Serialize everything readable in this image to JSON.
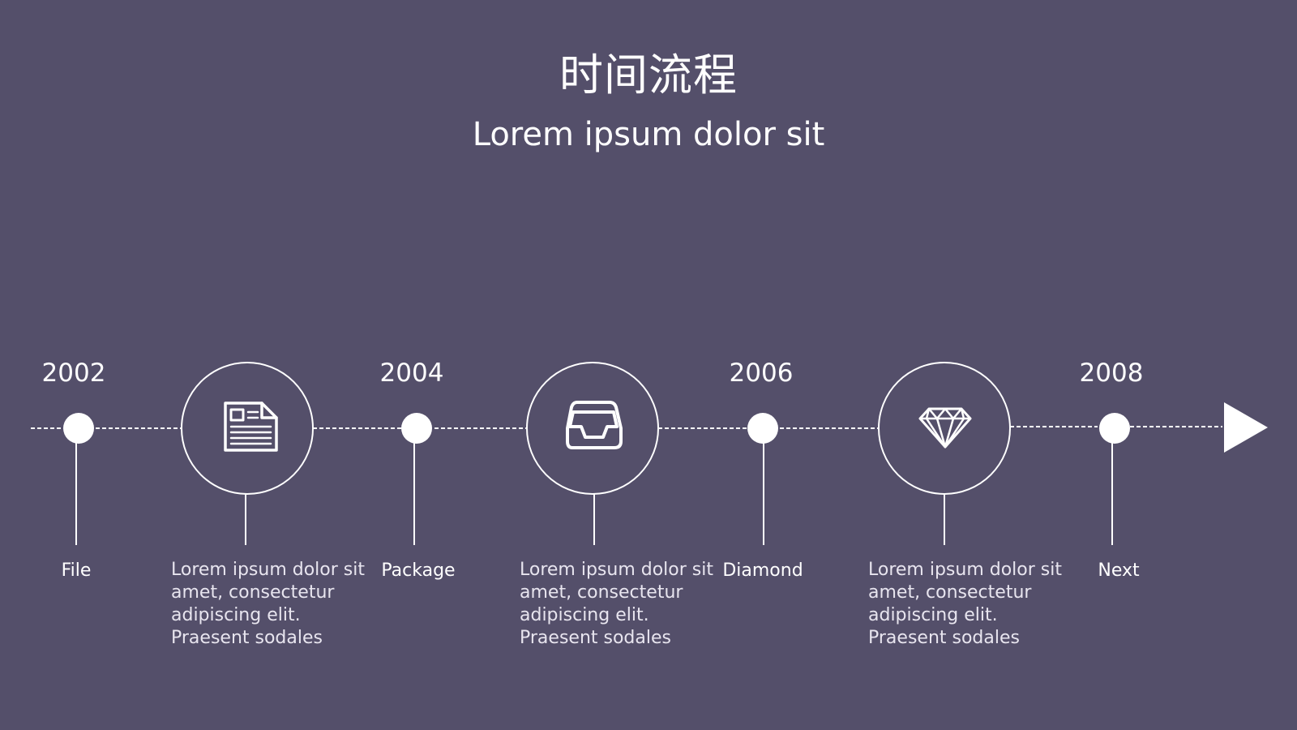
{
  "header": {
    "title": "时间流程",
    "subtitle": "Lorem ipsum dolor sit"
  },
  "colors": {
    "background": "#544f6a",
    "foreground": "#ffffff",
    "description": "#e8e5ef"
  },
  "milestones": [
    {
      "year": "2002",
      "label": "File"
    },
    {
      "year": "2004",
      "label": "Package"
    },
    {
      "year": "2006",
      "label": "Diamond"
    },
    {
      "year": "2008",
      "label": "Next"
    }
  ],
  "steps": [
    {
      "icon": "newspaper-icon",
      "text": "Lorem ipsum dolor sit amet, consectetur adipiscing elit. Praesent sodales"
    },
    {
      "icon": "inbox-tray-icon",
      "text": "Lorem ipsum dolor sit amet, consectetur adipiscing elit. Praesent sodales"
    },
    {
      "icon": "diamond-icon",
      "text": "Lorem ipsum dolor sit amet, consectetur adipiscing elit. Praesent sodales"
    }
  ],
  "end_marker": {
    "icon": "arrow-right-icon"
  }
}
